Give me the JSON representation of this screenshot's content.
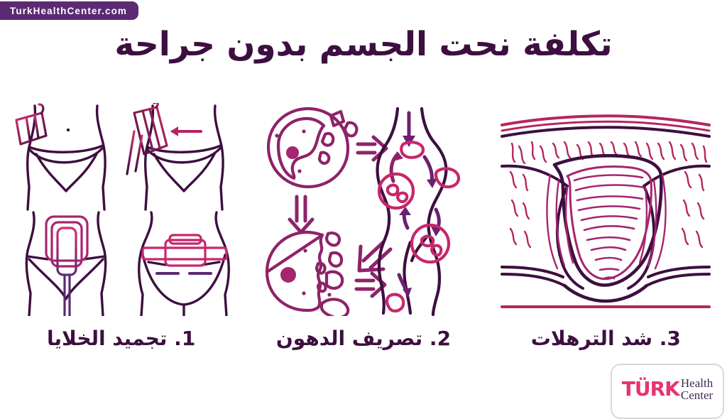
{
  "badge": {
    "text": "TurkHealthCenter.com",
    "background_color": "#5B2A72",
    "text_color": "#FFFFFF"
  },
  "header": {
    "title": "تكلفة نحت الجسم بدون جراحة",
    "title_color": "#3D0F40",
    "language": "ar",
    "direction": "rtl"
  },
  "colors": {
    "background": "#FFFFFF",
    "dark_purple": "#3D0F40",
    "purple": "#5B2A72",
    "magenta": "#A6256F",
    "pink": "#D62E6E",
    "hot_pink": "#E8336E",
    "logo_border": "#D8D8DC"
  },
  "panels": [
    {
      "index": 1,
      "caption": "1. تجميد الخلايا",
      "illustration": "cryolipolysis-applicators-on-torso",
      "description": "four-torso-diagrams-with-cooling-applicators"
    },
    {
      "index": 2,
      "caption": "2. تصريف الدهون",
      "illustration": "fat-cell-breakdown-and-lymphatic-drainage",
      "description": "fat-cells-rupturing-and-draining-through-lymph-vessels"
    },
    {
      "index": 3,
      "caption": "3. شد الترهلات",
      "illustration": "skin-cross-section-tightening",
      "description": "layered-skin-and-tissue-cross-section-showing-lifting"
    }
  ],
  "logo": {
    "mark": "TÜRK",
    "line1": "Health",
    "line2": "Center",
    "mark_color": "#E8336E",
    "text_color": "#3D2A56"
  }
}
